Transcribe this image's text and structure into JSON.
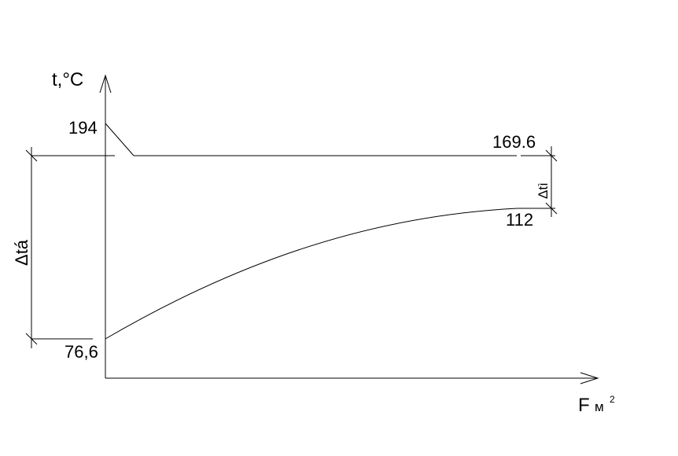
{
  "axes": {
    "y_label": "t,°C",
    "x_label_main": "F",
    "x_label_unit": "м",
    "x_label_exp": "2"
  },
  "values": {
    "hot_start": "194",
    "hot_end": "169.6",
    "cold_start": "76,6",
    "cold_end": "112"
  },
  "deltas": {
    "large": "Δtá",
    "small": "Δtì"
  },
  "colors": {
    "line": "#000000",
    "background": "#ffffff"
  }
}
